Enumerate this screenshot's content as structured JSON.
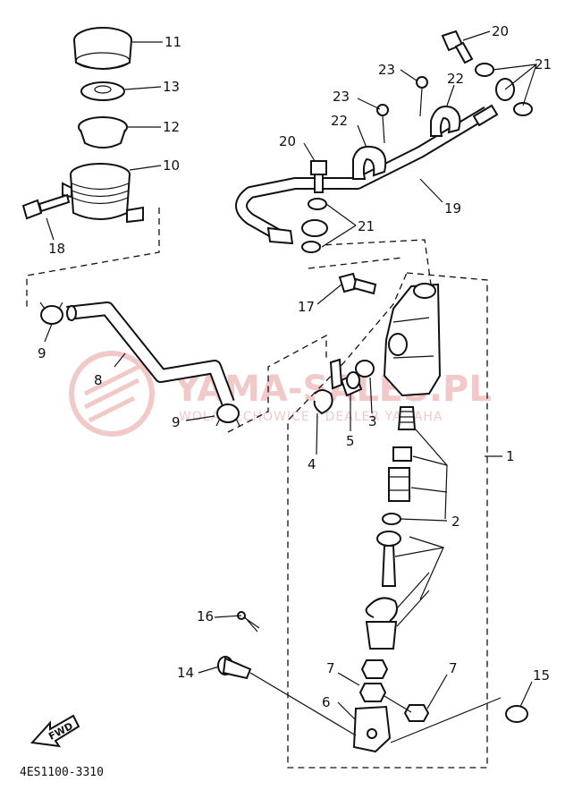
{
  "callouts": {
    "c1": "1",
    "c2": "2",
    "c3": "3",
    "c4": "4",
    "c5": "5",
    "c6": "6",
    "c7a": "7",
    "c7b": "7",
    "c8": "8",
    "c9a": "9",
    "c9b": "9",
    "c10": "10",
    "c11": "11",
    "c12": "12",
    "c13": "13",
    "c14": "14",
    "c15": "15",
    "c16": "16",
    "c17": "17",
    "c18": "18",
    "c19": "19",
    "c20a": "20",
    "c20b": "20",
    "c21a": "21",
    "c21b": "21",
    "c22a": "22",
    "c22b": "22",
    "c23a": "23",
    "c23b": "23"
  },
  "diagram_code": "4ES1100-3310",
  "fwd_label": "FWD",
  "watermark": {
    "main": "YAMA-SALES.PL",
    "sub": "WOLA SECHOWICE - DEALER YAMAHA"
  },
  "colors": {
    "line": "#111111",
    "watermark": "#f2c9c9"
  }
}
